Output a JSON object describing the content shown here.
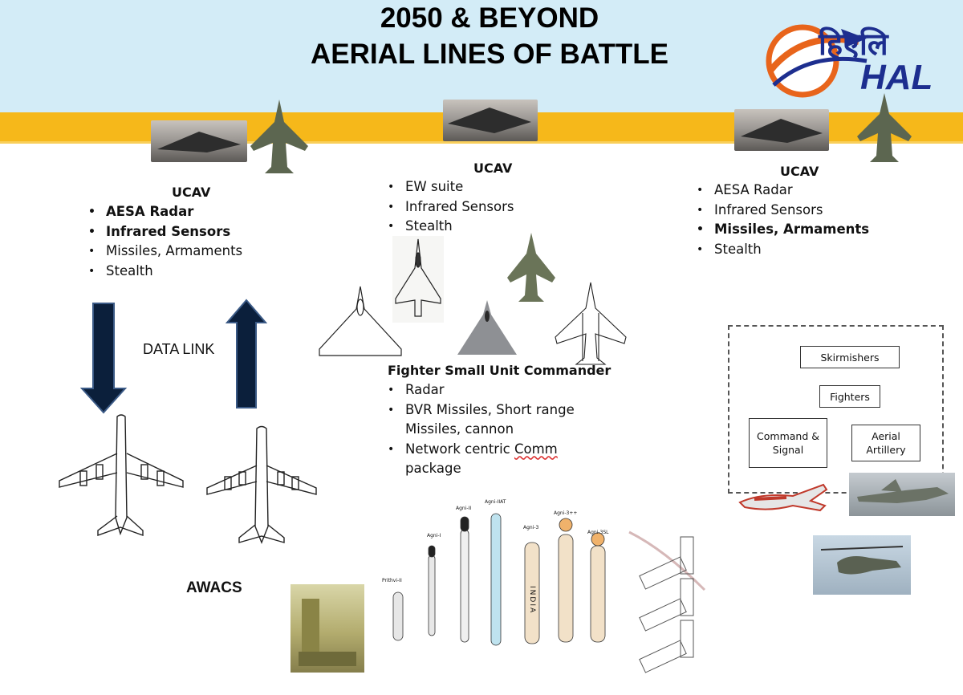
{
  "title": {
    "line1": "2050 & BEYOND",
    "line2": "AERIAL LINES OF BATTLE"
  },
  "logo": {
    "hindi": "हिएलि",
    "latin": "HAL",
    "colors": {
      "globe": "#e8641b",
      "text": "#1d2e8f"
    }
  },
  "colors": {
    "header": "#d3ecf7",
    "band": "#f6b81a",
    "arrow": "#0b1f3b"
  },
  "left_group": {
    "heading": "UCAV",
    "items": [
      {
        "text": "AESA Radar",
        "bold": true
      },
      {
        "text": "Infrared Sensors",
        "bold": true
      },
      {
        "text": "Missiles, Armaments",
        "bold": false
      },
      {
        "text": "Stealth",
        "bold": false
      }
    ]
  },
  "center_group": {
    "heading": "UCAV",
    "items": [
      {
        "text": "EW suite",
        "bold": false
      },
      {
        "text": "Infrared Sensors",
        "bold": false
      },
      {
        "text": "Stealth",
        "bold": false
      }
    ]
  },
  "right_group": {
    "heading": "UCAV",
    "items": [
      {
        "text": "AESA Radar",
        "bold": false
      },
      {
        "text": "Infrared Sensors",
        "bold": false
      },
      {
        "text": "Missiles, Armaments",
        "bold": true
      },
      {
        "text": "Stealth",
        "bold": false
      }
    ]
  },
  "fighter": {
    "heading": "Fighter Small Unit Commander",
    "items": [
      "Radar",
      "BVR Missiles, Short range Missiles, cannon",
      "Network centric Comm package"
    ],
    "comm_word": "Comm"
  },
  "data_link_label": "DATA LINK",
  "awacs_label": "AWACS",
  "formation": {
    "skirmishers": "Skirmishers",
    "fighters": "Fighters",
    "command": "Command & Signal",
    "artillery": "Aerial Artillery"
  },
  "missiles": {
    "labels": [
      "Prithvi-II",
      "Agni-I",
      "Agni-II",
      "Agni-IIAT",
      "Agni-3",
      "Agni-3++",
      "Agni-3SL"
    ],
    "body_text": "INDIA"
  }
}
